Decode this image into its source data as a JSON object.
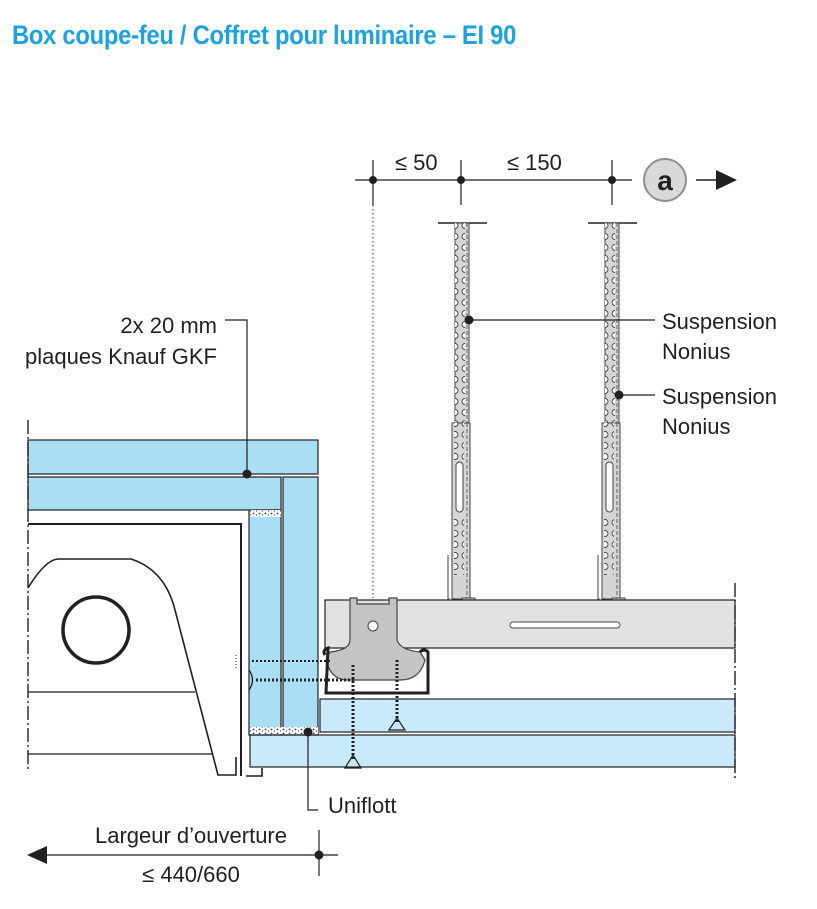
{
  "title": "Box coupe-feu / Coffret pour luminaire – EI 90",
  "colors": {
    "title": "#1aa3e0",
    "board": "#a9def5",
    "board_light": "#c8eafa",
    "metal": "#dcdcdc",
    "metal_dark": "#b9b9b9",
    "line": "#231f20",
    "marker_circle": "#d9d9d9"
  },
  "dimensions": {
    "spacing_1": "≤ 50",
    "spacing_2": "≤ 150",
    "marker": "a",
    "opening_label": "Largeur d’ouverture",
    "opening_value": "≤ 440/660"
  },
  "labels": {
    "boards_line1": "2x 20 mm",
    "boards_line2": "plaques Knauf GKF",
    "suspension1_line1": "Suspension",
    "suspension1_line2": "Nonius",
    "suspension2_line1": "Suspension",
    "suspension2_line2": "Nonius",
    "uniflott": "Uniflott"
  }
}
